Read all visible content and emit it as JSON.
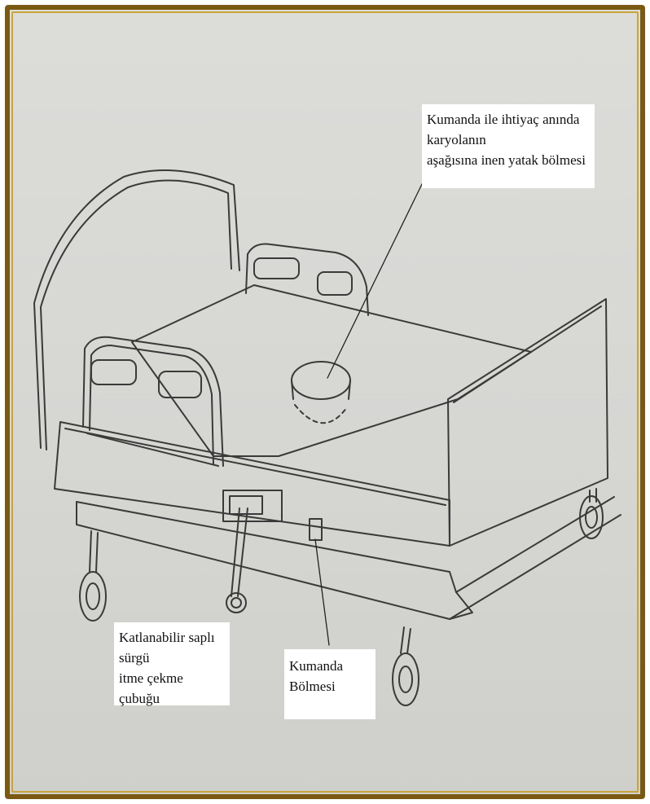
{
  "labels": {
    "mattress_compartment": {
      "line1": "Kumanda ile ihtiyaç anında karyolanın",
      "line2": "aşağısına inen yatak bölmesi"
    },
    "push_pull_rod": {
      "line1": "Katlanabilir saplı sürgü",
      "line2": "itme çekme çubuğu"
    },
    "control_compartment": {
      "line1": "Kumanda Bölmesi"
    }
  },
  "colors": {
    "frame_outer": "#7a5a12",
    "frame_inner": "#c9a33c",
    "paper": "#d8d8d5",
    "pencil": "#3a3a3a"
  }
}
